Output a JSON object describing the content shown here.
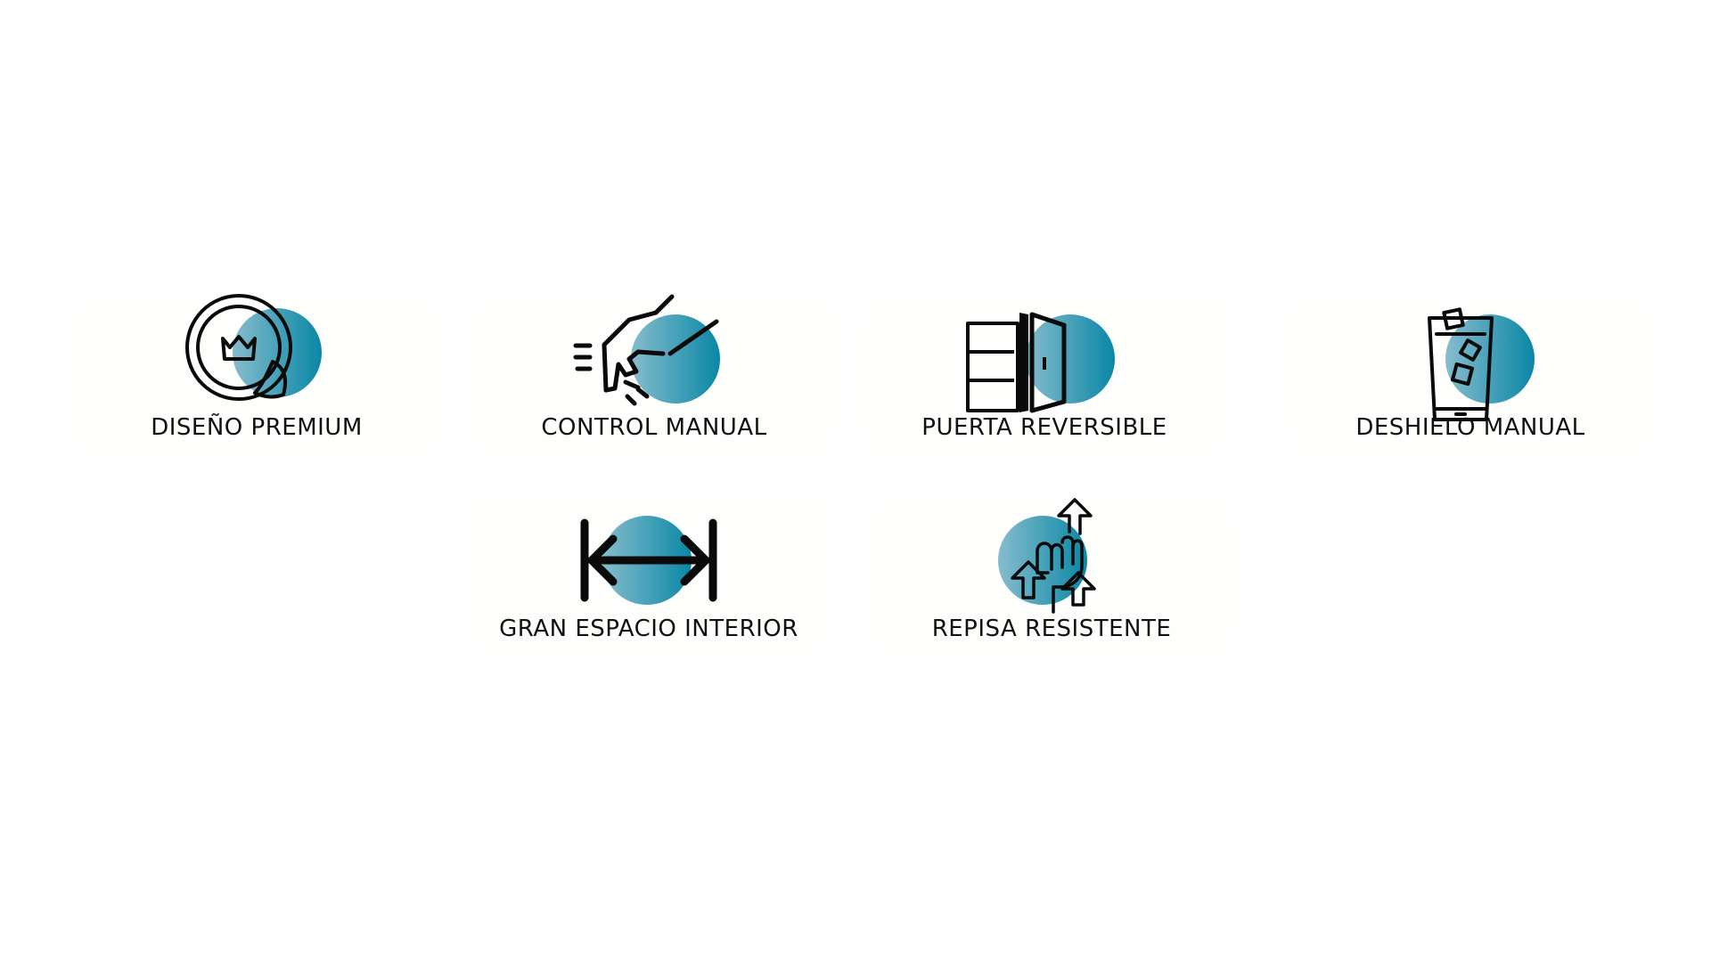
{
  "colors": {
    "accent_start": "#7fb6c9",
    "accent_end": "#0f88a6",
    "icon_stroke": "#0a0a0a",
    "label_text": "#111111",
    "background": "#ffffff"
  },
  "features": [
    {
      "icon": "premium-badge-icon",
      "label": "DISEÑO PREMIUM"
    },
    {
      "icon": "hand-dial-icon",
      "label": "CONTROL MANUAL"
    },
    {
      "icon": "reversible-door-icon",
      "label": "PUERTA REVERSIBLE"
    },
    {
      "icon": "glass-ice-icon",
      "label": "DESHIELO MANUAL"
    },
    {
      "icon": "wide-space-arrows-icon",
      "label": "GRAN ESPACIO INTERIOR"
    },
    {
      "icon": "strong-shelf-icon",
      "label": "REPISA RESISTENTE"
    }
  ]
}
